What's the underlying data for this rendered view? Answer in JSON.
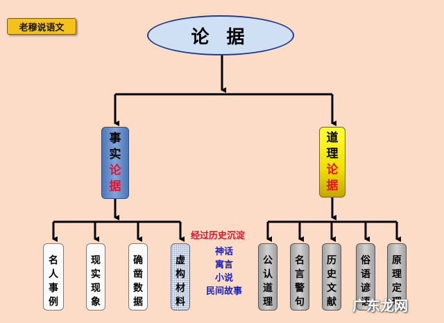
{
  "badge": "老穆说语文",
  "root": "论  据",
  "fact_box": {
    "line1": "事",
    "line2": "实",
    "line3": "论",
    "line4": "据"
  },
  "reason_box": {
    "line1": "道",
    "line2": "理",
    "line3": "论",
    "line4": "据"
  },
  "fact_leaves": [
    [
      "名",
      "人",
      "事",
      "例"
    ],
    [
      "现",
      "实",
      "现",
      "象"
    ],
    [
      "确",
      "凿",
      "数",
      "据"
    ],
    [
      "虚",
      "构",
      "材",
      "料"
    ]
  ],
  "reason_leaves": [
    [
      "公",
      "认",
      "道",
      "理"
    ],
    [
      "名",
      "言",
      "警",
      "句"
    ],
    [
      "历",
      "史",
      "文",
      "献"
    ],
    [
      "俗",
      "语",
      "谚",
      "语"
    ],
    [
      "原",
      "理",
      "定",
      "理"
    ]
  ],
  "annotation_red": "经过历史沉淀",
  "annotation_blue": [
    "神话",
    "寓言",
    "小说",
    "民间故事"
  ],
  "watermark": "广东龙网"
}
